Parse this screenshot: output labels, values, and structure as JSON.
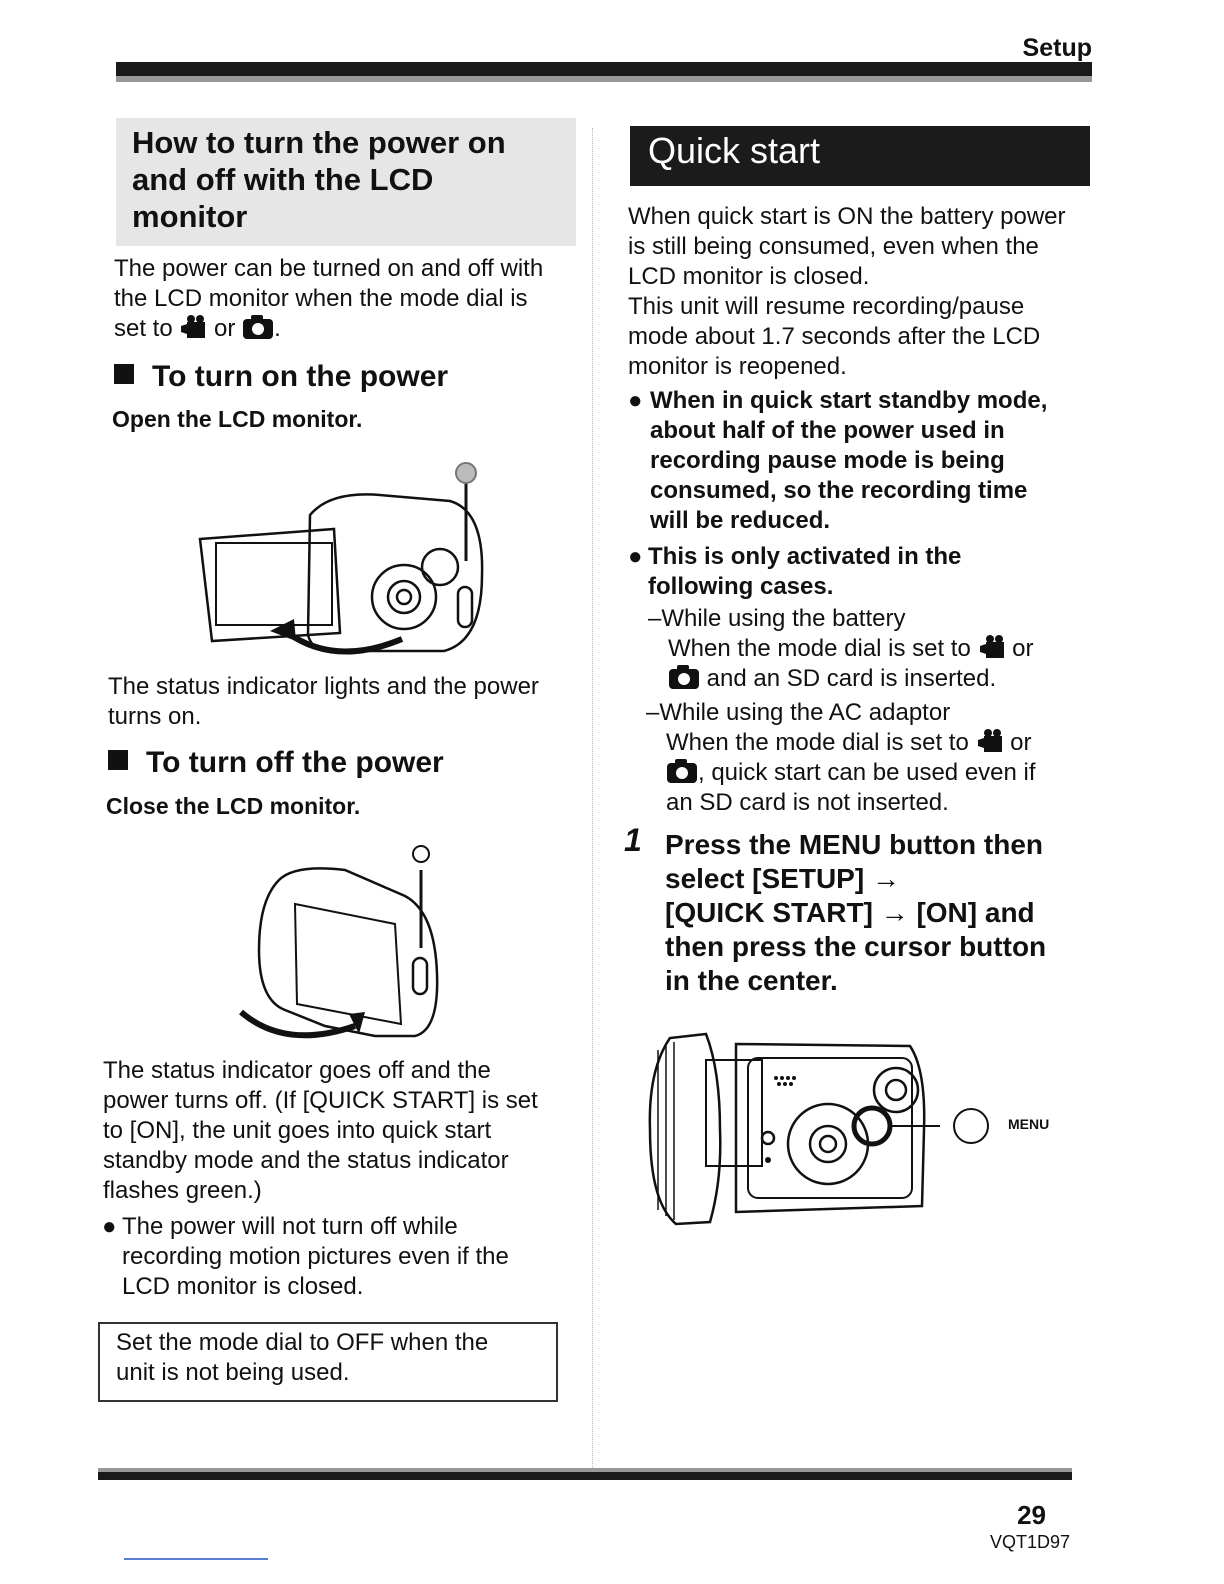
{
  "header": {
    "section": "Setup"
  },
  "left": {
    "heading_lines": [
      "How to turn the power on",
      "and off with the LCD",
      "monitor"
    ],
    "intro_lines": [
      "The power can be turned on and off with",
      "the LCD monitor when the mode dial is"
    ],
    "intro_set_to": "set to",
    "intro_or": "or",
    "intro_end": ".",
    "on_title": "To turn on the power",
    "on_step": "Open the LCD monitor.",
    "on_result_lines": [
      "The status indicator lights and the power",
      "turns on."
    ],
    "off_title": "To turn off the power",
    "off_step": "Close the LCD monitor.",
    "off_result_lines": [
      "The status indicator goes off and the",
      "power turns off. (If [QUICK START] is set",
      "to [ON], the unit goes into quick start",
      "standby mode and the status indicator",
      "flashes green.)"
    ],
    "off_bullet_lines": [
      "The power will not turn off while",
      "recording motion pictures even if the",
      "LCD monitor is closed."
    ],
    "note_lines": [
      "Set the mode dial to OFF when the",
      "unit is not being used."
    ]
  },
  "right": {
    "title": "Quick start",
    "para_lines": [
      "When quick start is ON the battery power",
      "is still being consumed, even when the",
      "LCD monitor is closed.",
      "This unit will resume recording/pause",
      "mode about 1.7 seconds after the LCD",
      "monitor is reopened."
    ],
    "bullet1_lines": [
      "When in quick start standby mode,",
      "about half of the power used in",
      "recording pause mode is being",
      "consumed, so the recording time",
      "will be reduced."
    ],
    "bullet2_lines": [
      "This is only activated in the",
      "following cases."
    ],
    "case1_title": "–While using the battery",
    "case1_line1": "When the mode dial is set to",
    "case1_or": "or",
    "case1_line2": "and an SD card is inserted.",
    "case2_title": "–While using the AC adaptor",
    "case2_line1": "When the mode dial is set to",
    "case2_or": "or",
    "case2_line2": ", quick start can be used even if",
    "case2_line3": "an SD card is not inserted.",
    "step_number": "1",
    "step_lines": [
      "Press the MENU button then",
      "select [SETUP] →",
      "[QUICK START] → [ON] and",
      "then press the cursor button",
      "in the center."
    ],
    "menu_label": "MENU"
  },
  "footer": {
    "page_number": "29",
    "code": "VQT1D97"
  },
  "icons": {
    "movie": "movie-mode-icon",
    "camera": "picture-mode-icon"
  }
}
